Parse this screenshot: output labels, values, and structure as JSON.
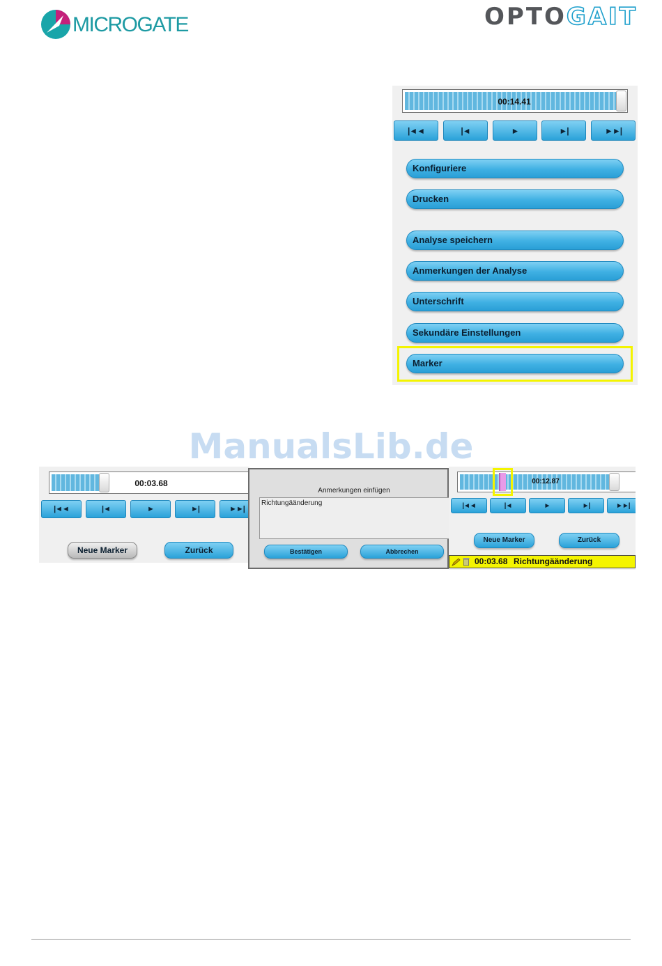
{
  "header": {
    "brand_left": "MICROGATE",
    "brand_right_a": "OPTO",
    "brand_right_b": "GAIT"
  },
  "colors": {
    "accent": "#2aa2d9",
    "highlight": "#f4f400",
    "marker": "#e89be8"
  },
  "icons": {
    "first": "skip-to-start-icon",
    "prev": "step-back-icon",
    "play": "play-icon",
    "next": "step-forward-icon",
    "last": "skip-to-end-icon"
  },
  "transport_glyphs": {
    "first": "|◄◄",
    "prev": "|◄",
    "play": "►",
    "next": "►|",
    "last": "►►|"
  },
  "top_panel": {
    "time": "00:14.41",
    "progress": 0.99,
    "menu": [
      "Konfiguriere",
      "Drucken",
      "Analyse speichern",
      "Anmerkungen der Analyse",
      "Unterschrift",
      "Sekundäre Einstellungen",
      "Marker"
    ],
    "highlighted_item": "Marker"
  },
  "watermark": "ManualsLib.de",
  "bottom_left": {
    "time": "00:03.68",
    "progress": 0.14,
    "new_marker": "Neue Marker",
    "back": "Zurück"
  },
  "dialog": {
    "title": "Anmerkungen einfügen",
    "text": "Richtungäänderung",
    "confirm": "Bestätigen",
    "cancel": "Abbrechen"
  },
  "bottom_right": {
    "time": "00:12.87",
    "progress": 0.98,
    "marker_position": 0.24,
    "new_marker": "Neue Marker",
    "back": "Zurück",
    "marker_entry": {
      "time": "00:03.68",
      "label": "Richtungäänderung"
    }
  }
}
